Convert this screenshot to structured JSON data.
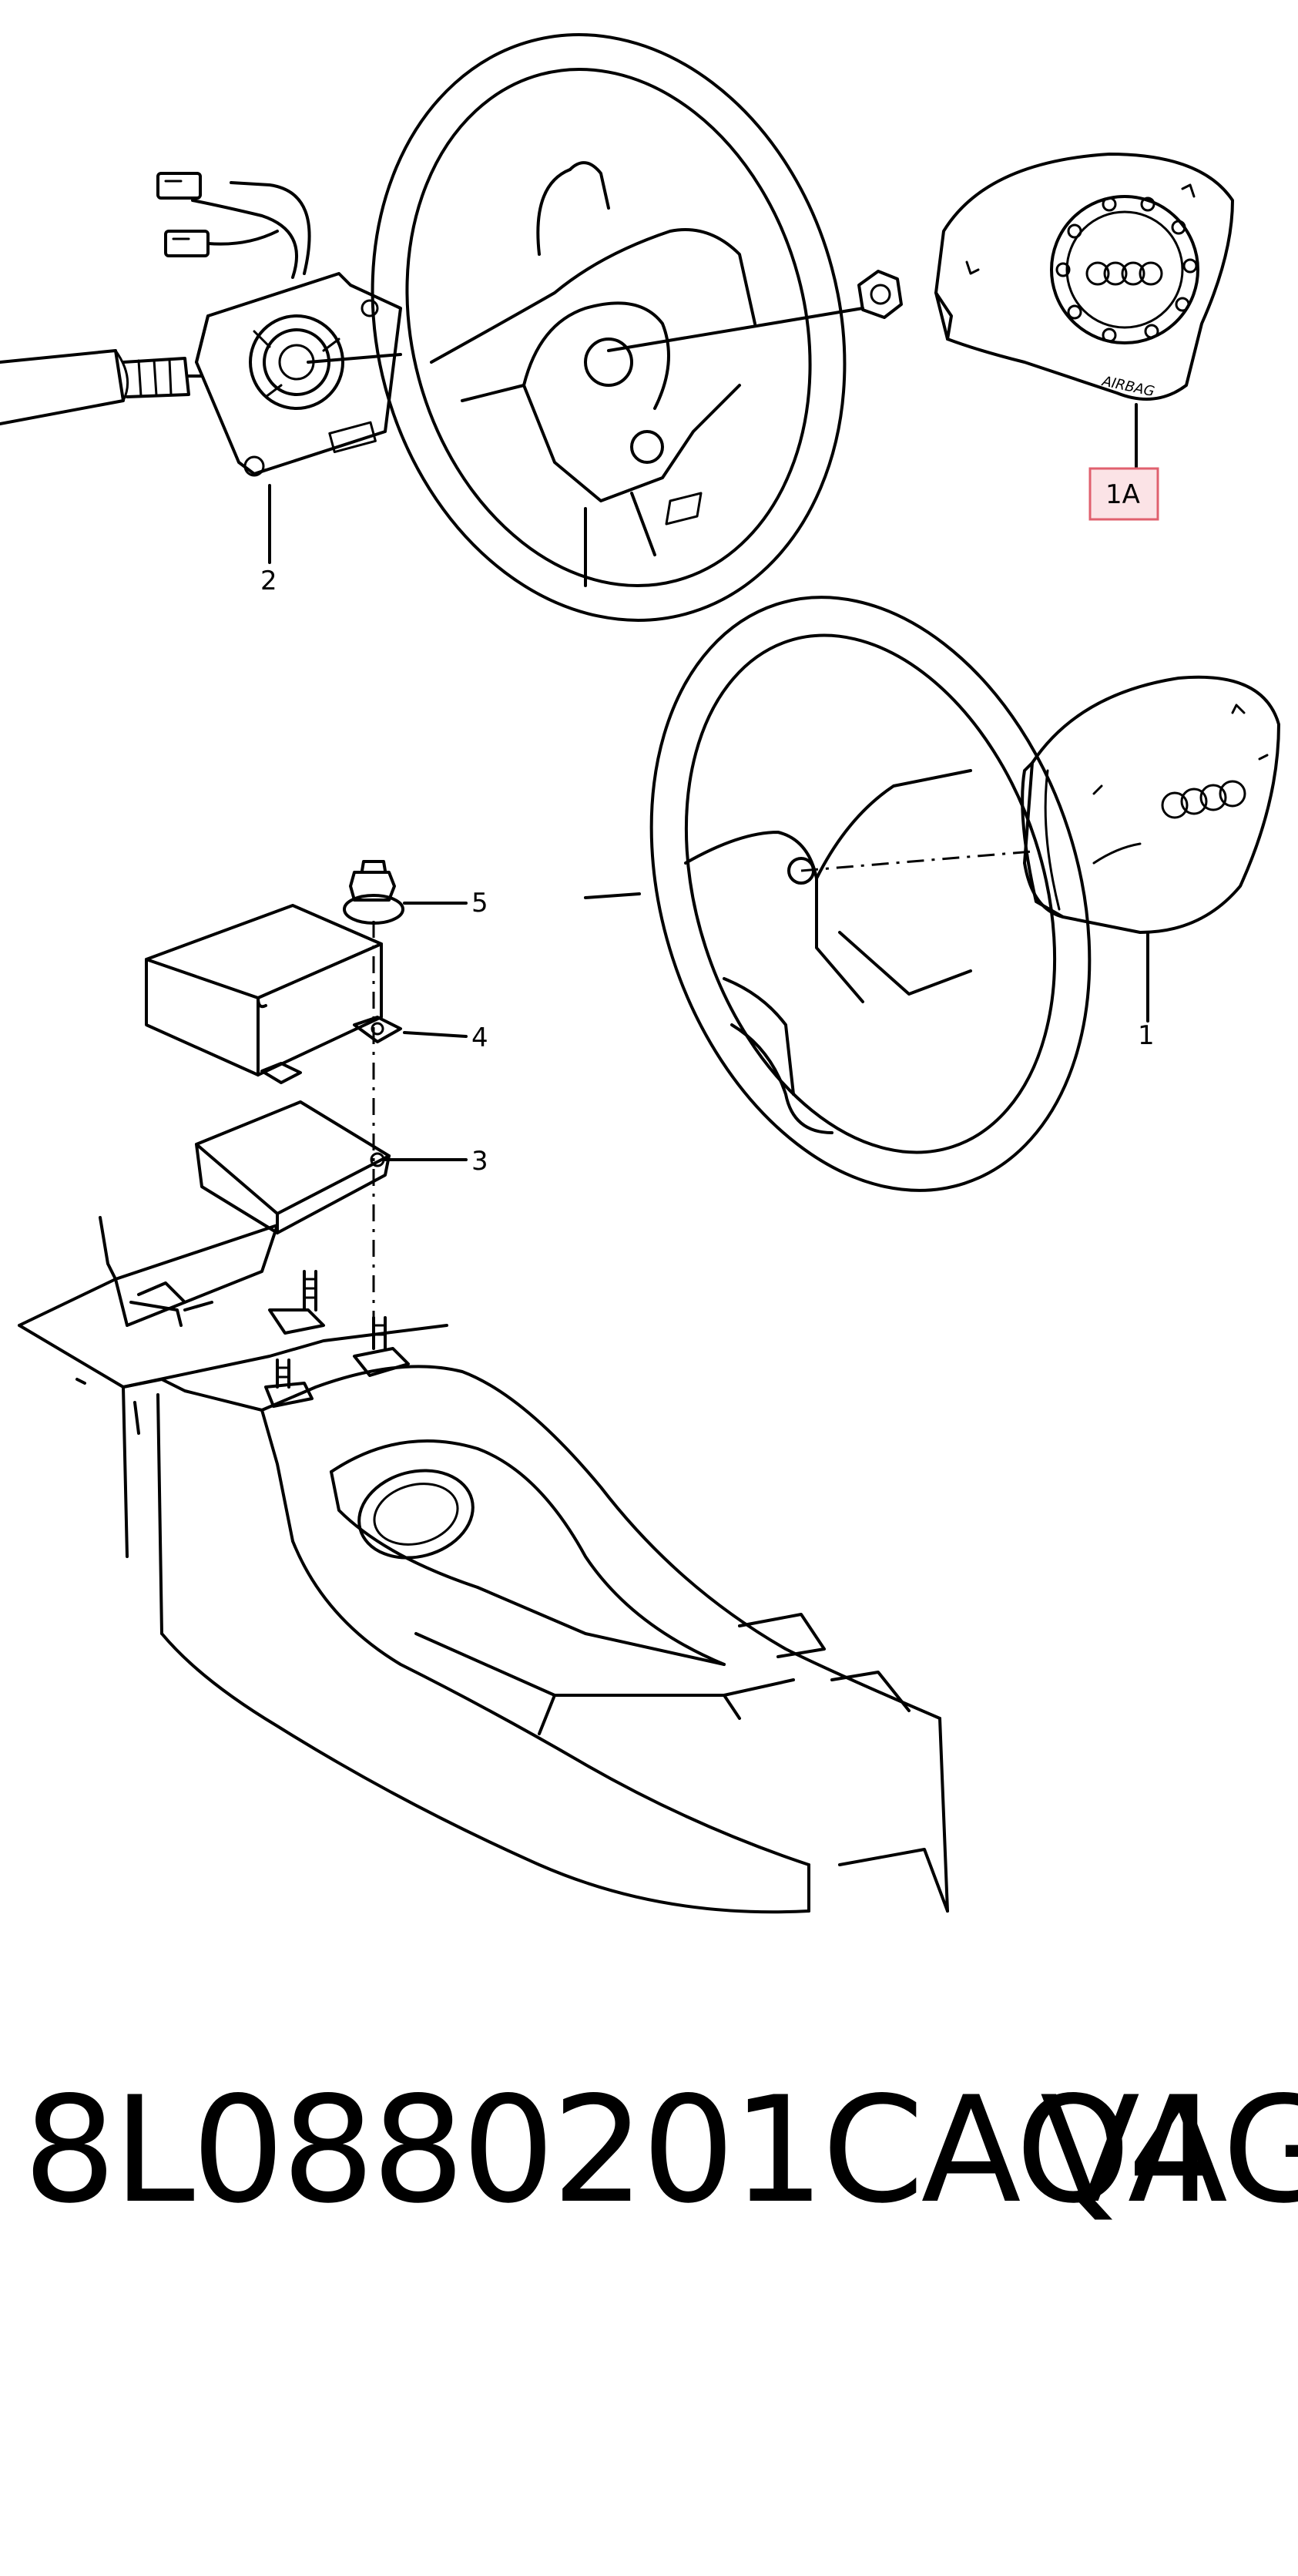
{
  "callouts": {
    "c1": "1",
    "c1a": "1A",
    "c2": "2",
    "c3": "3",
    "c4": "4",
    "c5": "5"
  },
  "airbag_text": "AIRBAG",
  "footer": {
    "part_number": "8L0880201CAQ4",
    "brand": "VAG"
  },
  "colors": {
    "line": "#000000",
    "highlight_box_fill": "#fbe3e6",
    "highlight_box_stroke": "#e0606e"
  }
}
